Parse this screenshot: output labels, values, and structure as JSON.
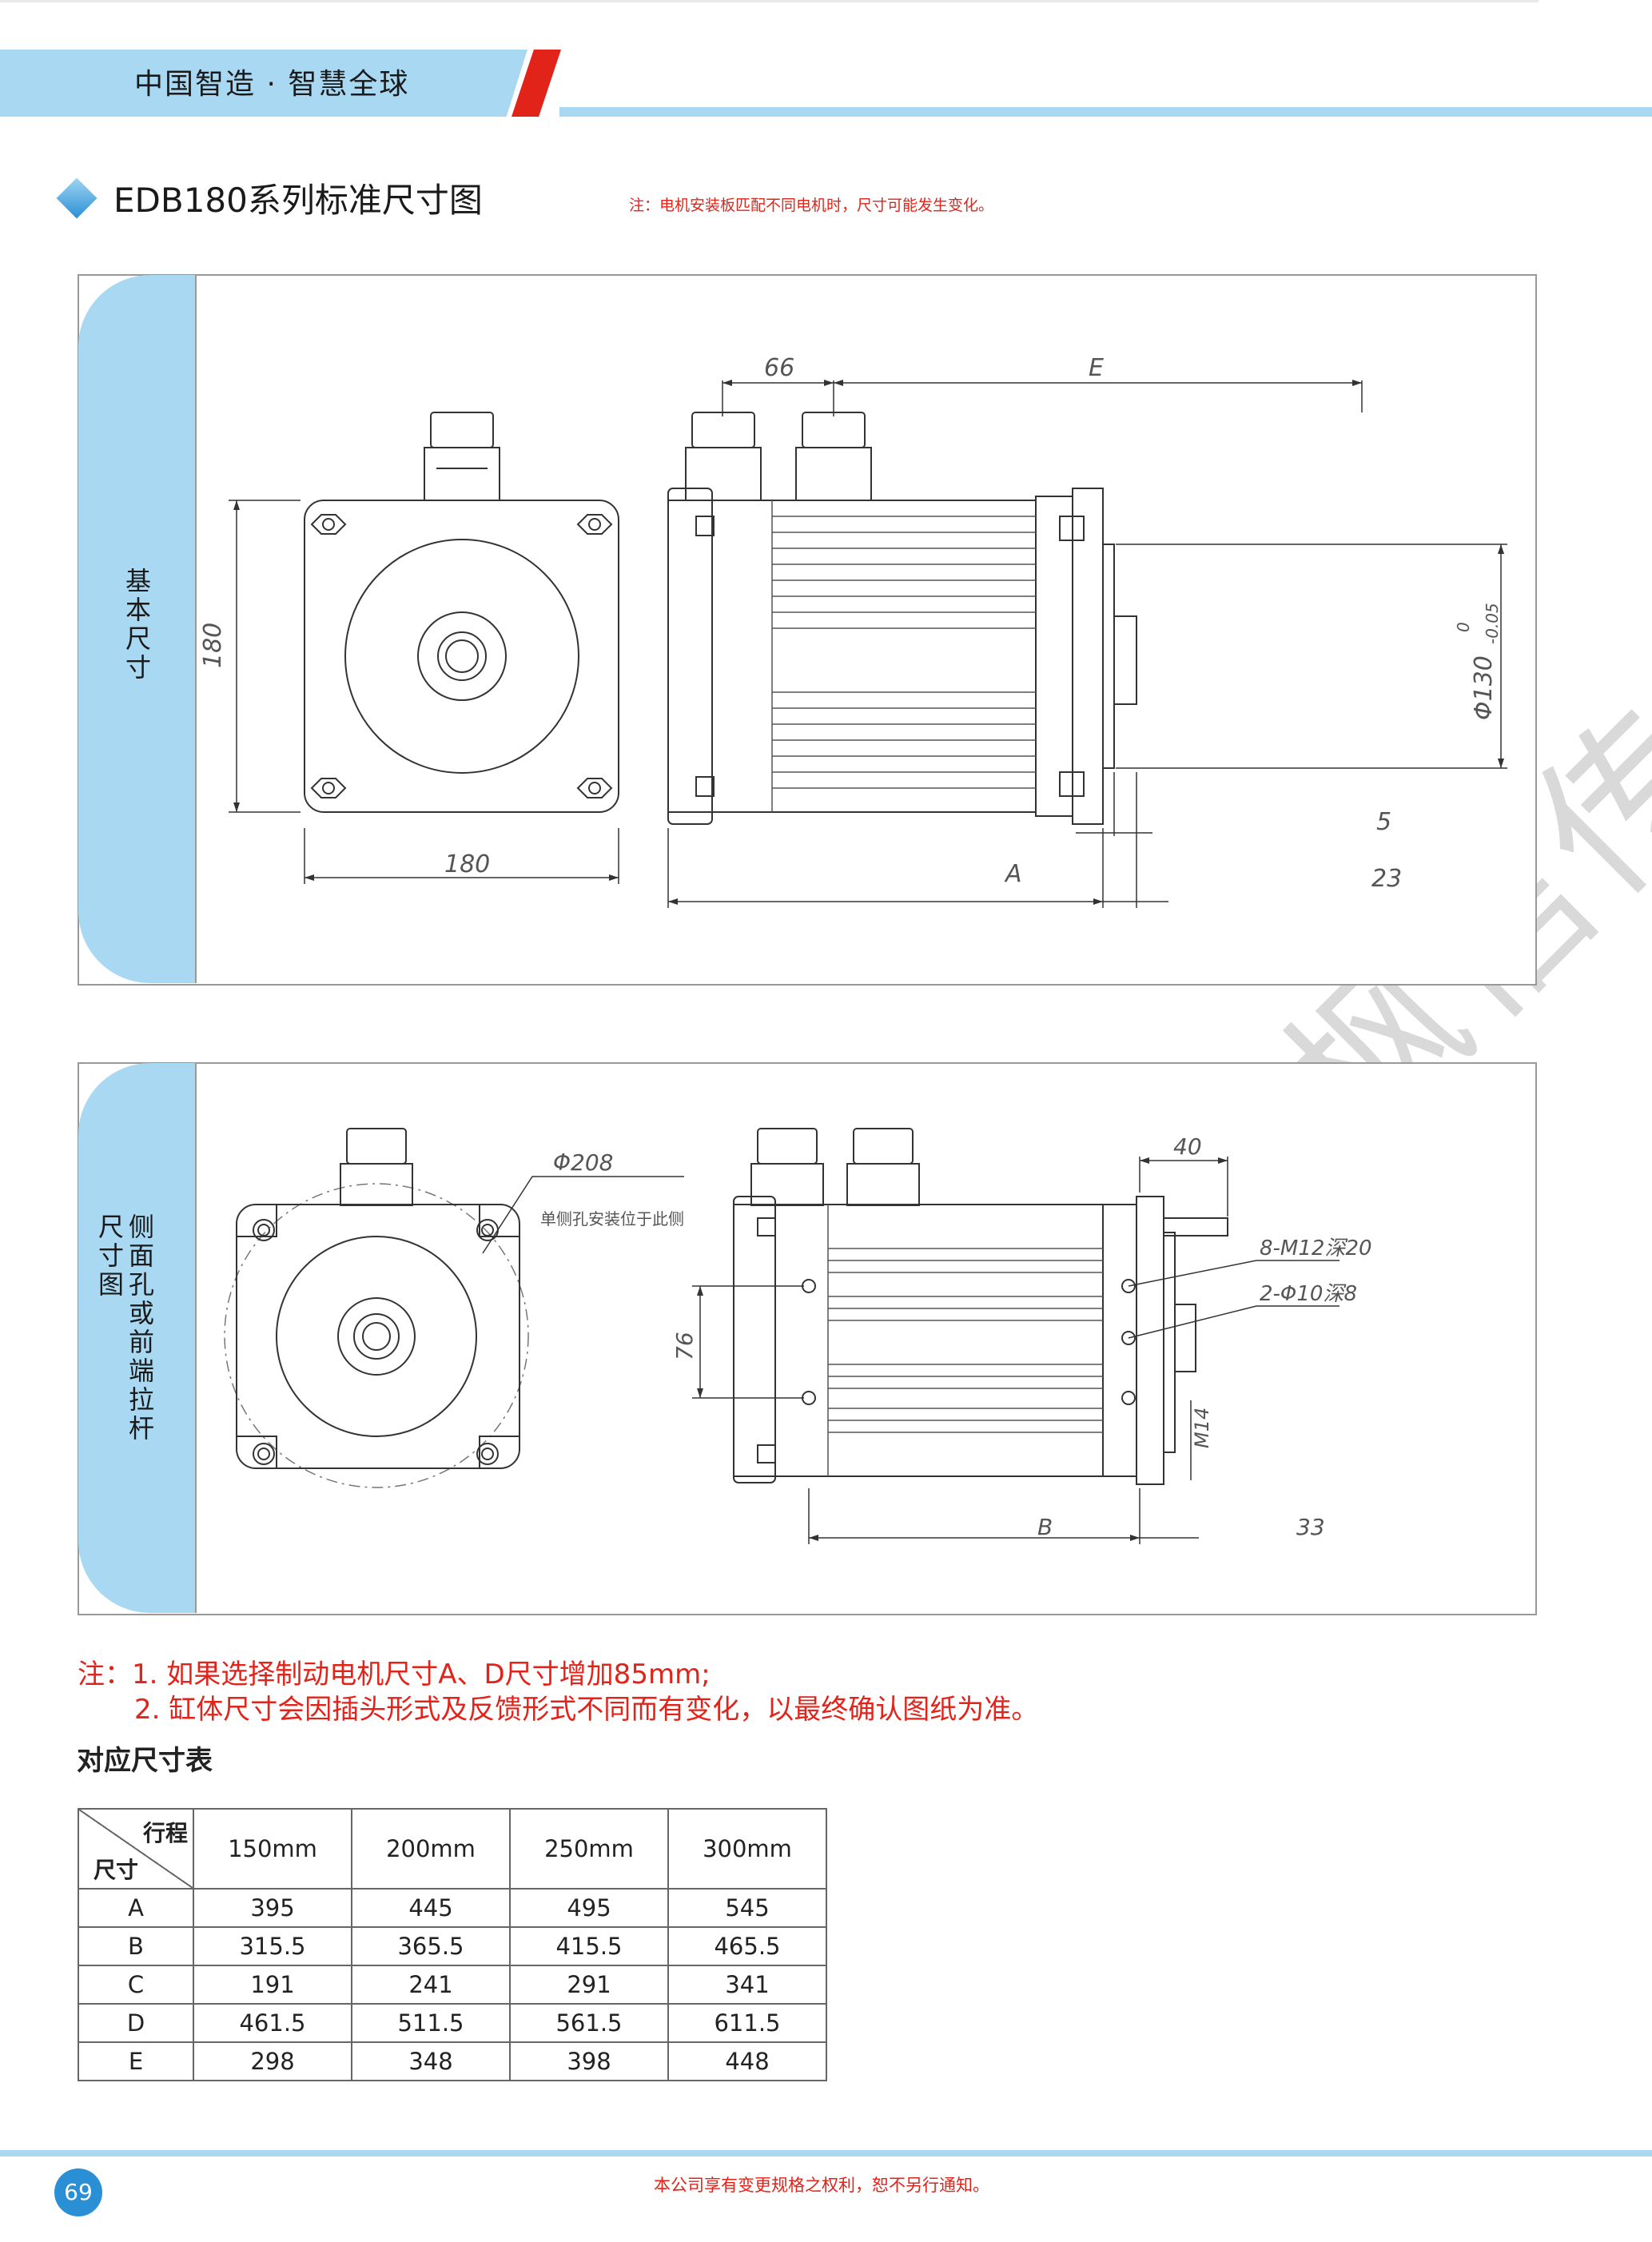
{
  "header": {
    "slogan": "中国智造 · 智慧全球"
  },
  "section": {
    "title": "EDB180系列标准尺寸图",
    "note": "注：电机安装板匹配不同电机时，尺寸可能发生变化。"
  },
  "panel1": {
    "label": "基本尺寸",
    "dims": {
      "top_66": "66",
      "top_e": "E",
      "left_180": "180",
      "bottom_180": "180",
      "phi130": "Φ130",
      "tol_upper": "0",
      "tol_lower": "-0.05",
      "dim_5": "5",
      "dim_a": "A",
      "dim_23": "23"
    }
  },
  "panel2": {
    "label": "侧面孔或前端拉杆尺寸图",
    "dims": {
      "phi208": "Φ208",
      "note_side": "单侧孔安装位于此侧",
      "dim_40": "40",
      "holes_1": "8-M12深20",
      "holes_2": "2-Φ10深8",
      "dim_76": "76",
      "m14": "M14",
      "dim_b": "B",
      "dim_33": "33"
    }
  },
  "notes": {
    "line1": "注：1. 如果选择制动电机尺寸A、D尺寸增加85mm;",
    "line2": "2. 缸体尺寸会因插头形式及反馈形式不同而有变化，以最终确认图纸为准。"
  },
  "table": {
    "title": "对应尺寸表",
    "corner_top": "行程",
    "corner_bottom": "尺寸",
    "columns": [
      "150mm",
      "200mm",
      "250mm",
      "300mm"
    ],
    "rows": [
      {
        "name": "A",
        "values": [
          "395",
          "445",
          "495",
          "545"
        ]
      },
      {
        "name": "B",
        "values": [
          "315.5",
          "365.5",
          "415.5",
          "465.5"
        ]
      },
      {
        "name": "C",
        "values": [
          "191",
          "241",
          "291",
          "341"
        ]
      },
      {
        "name": "D",
        "values": [
          "461.5",
          "511.5",
          "561.5",
          "611.5"
        ]
      },
      {
        "name": "E",
        "values": [
          "298",
          "348",
          "398",
          "448"
        ]
      }
    ]
  },
  "watermark": "上海枫信传动",
  "footer": {
    "page": "69",
    "text": "本公司享有变更规格之权利，恕不另行通知。"
  }
}
